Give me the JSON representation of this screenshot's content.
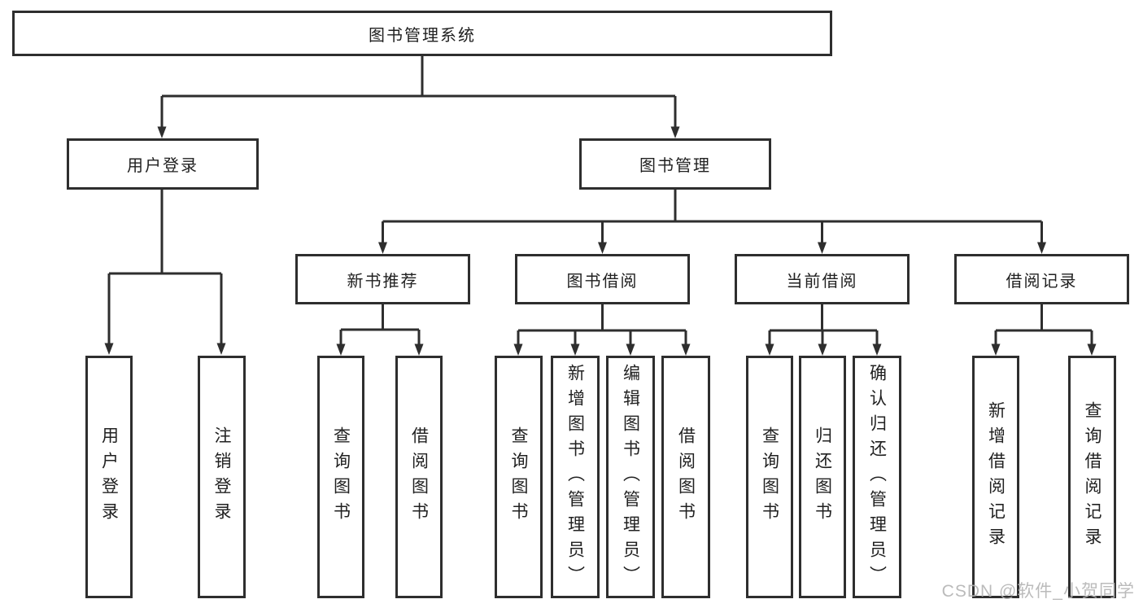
{
  "tree": {
    "root": {
      "label": "图书管理系统"
    },
    "level2": [
      {
        "id": "user-login",
        "label": "用户登录",
        "leaves": [
          {
            "label": "用户登录"
          },
          {
            "label": "注销登录"
          }
        ]
      },
      {
        "id": "book-management",
        "label": "图书管理",
        "children": [
          {
            "id": "new-book-recommendation",
            "label": "新书推荐",
            "leaves": [
              {
                "label": "查询图书"
              },
              {
                "label": "借阅图书"
              }
            ]
          },
          {
            "id": "book-borrowing",
            "label": "图书借阅",
            "leaves": [
              {
                "label": "查询图书"
              },
              {
                "label": "新增图书（管理员）"
              },
              {
                "label": "编辑图书（管理员）"
              },
              {
                "label": "借阅图书"
              }
            ]
          },
          {
            "id": "current-borrowing",
            "label": "当前借阅",
            "leaves": [
              {
                "label": "查询图书"
              },
              {
                "label": "归还图书"
              },
              {
                "label": "确认归还（管理员）"
              }
            ]
          },
          {
            "id": "borrowing-records",
            "label": "借阅记录",
            "leaves": [
              {
                "label": "新增借阅记录"
              },
              {
                "label": "查询借阅记录"
              }
            ]
          }
        ]
      }
    ]
  },
  "watermark": {
    "text": "CSDN @软件_小贺同学"
  },
  "colors": {
    "line": "#2e2e2e",
    "text": "#212121",
    "watermark": "#b4b4b4",
    "background": "#ffffff"
  }
}
